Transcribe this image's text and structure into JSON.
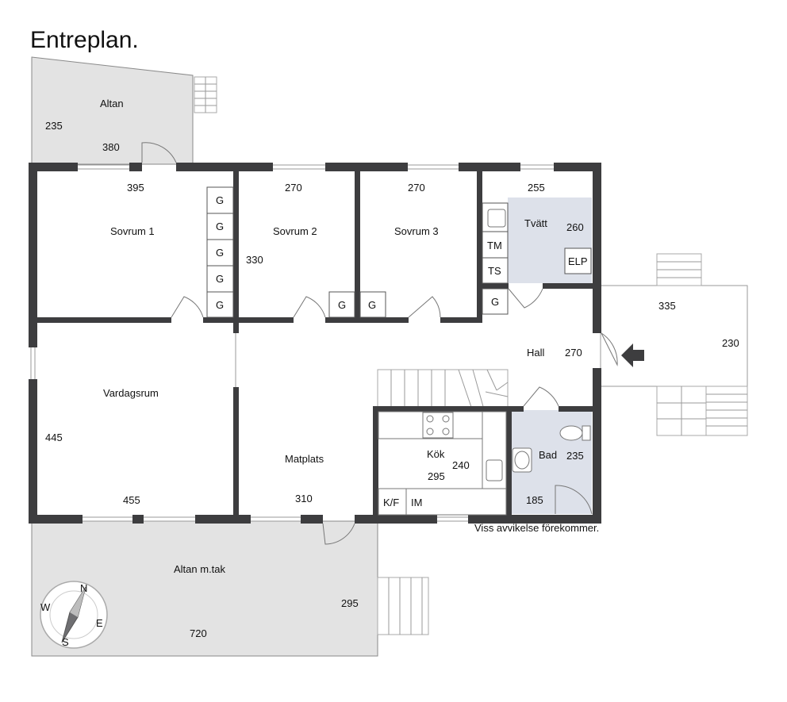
{
  "title": "Entreplan.",
  "footnote": "Viss avvikelse förekommer.",
  "rooms": {
    "altan_top": {
      "name": "Altan",
      "dims": [
        "235",
        "380"
      ]
    },
    "sovrum1": {
      "name": "Sovrum 1",
      "dim": "395"
    },
    "sovrum2": {
      "name": "Sovrum 2",
      "dims": [
        "270",
        "330"
      ]
    },
    "sovrum3": {
      "name": "Sovrum 3",
      "dim": "270"
    },
    "tvatt": {
      "name": "Tvätt",
      "dims": [
        "255",
        "260"
      ]
    },
    "vardagsrum": {
      "name": "Vardagsrum",
      "dims": [
        "445",
        "455"
      ]
    },
    "matplats": {
      "name": "Matplats",
      "dim": "310"
    },
    "hall": {
      "name": "Hall",
      "dim": "270"
    },
    "kok": {
      "name": "Kök",
      "dims": [
        "295",
        "240"
      ]
    },
    "bad": {
      "name": "Bad",
      "dims": [
        "235",
        "185"
      ]
    },
    "altan_tak": {
      "name": "Altan m.tak",
      "dims": [
        "720",
        "295"
      ]
    },
    "entry_deck": {
      "dims": [
        "335",
        "230"
      ]
    }
  },
  "fixtures": {
    "closet": "G",
    "tm": "TM",
    "ts": "TS",
    "elp": "ELP",
    "kf": "K/F",
    "im": "IM"
  },
  "compass": {
    "n": "N",
    "s": "S",
    "e": "E",
    "w": "W"
  },
  "colors": {
    "wall": "#3d3d3f",
    "deck": "#e3e3e3",
    "wet_room": "#dde1ea"
  }
}
